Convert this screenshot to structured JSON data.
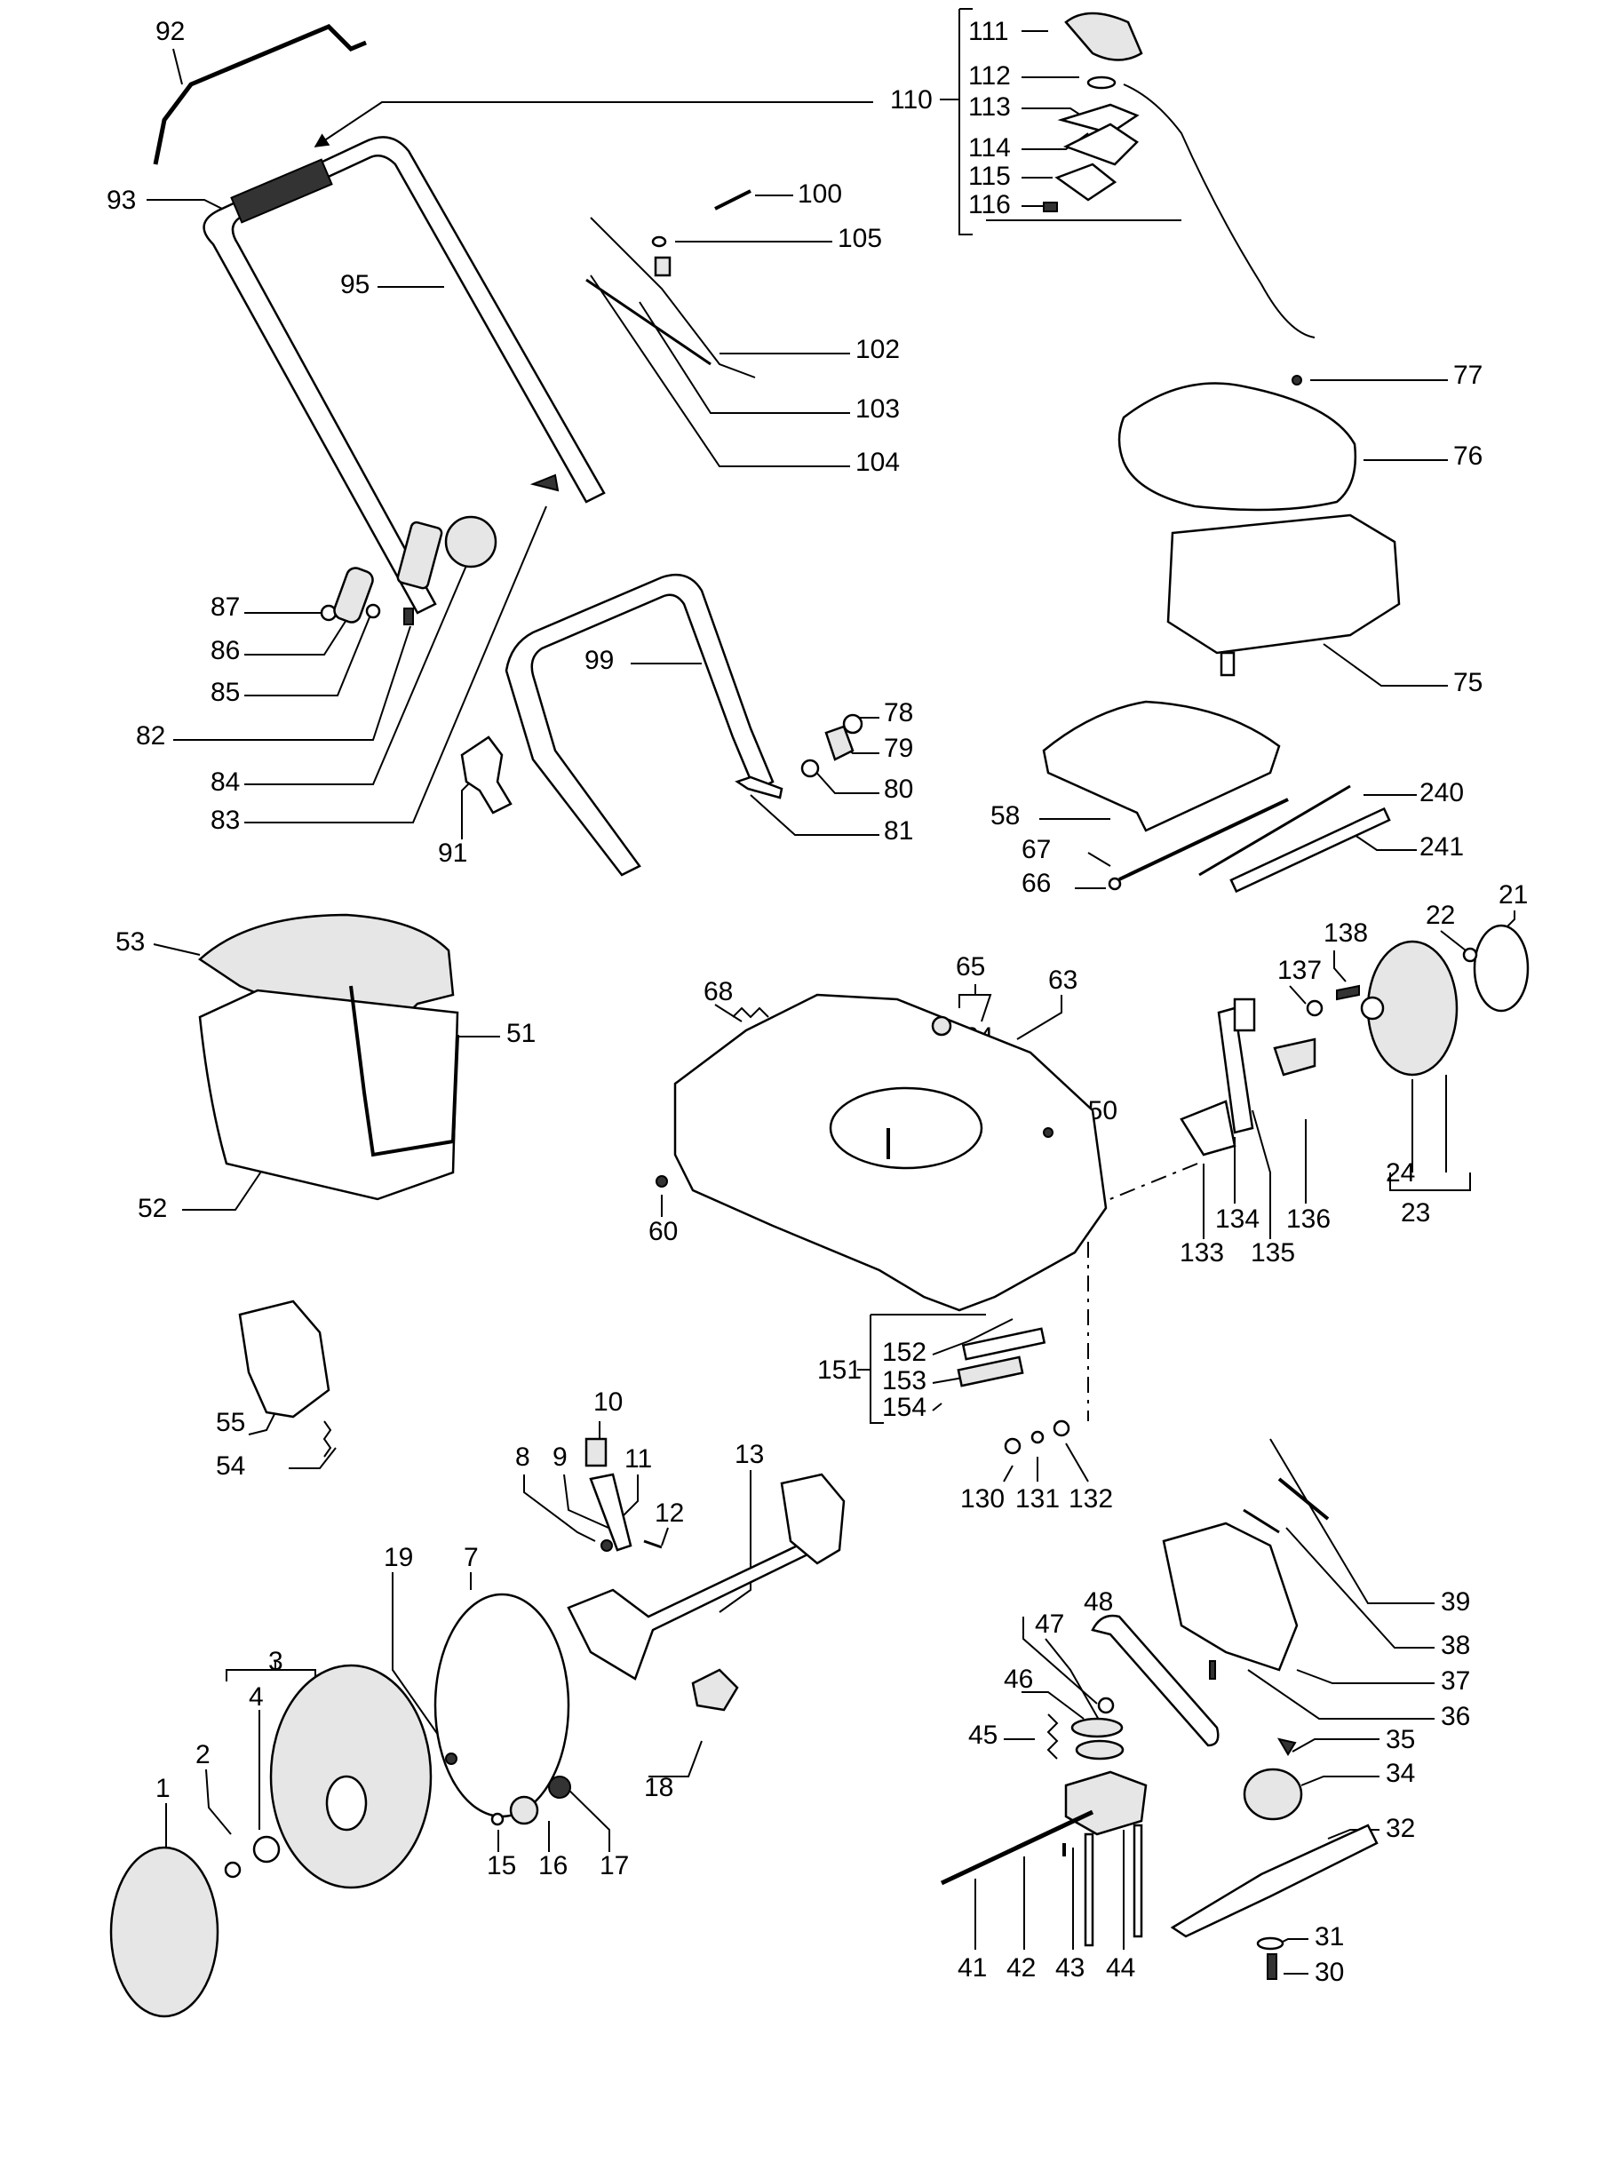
{
  "labels": [
    "1",
    "2",
    "3",
    "4",
    "7",
    "8",
    "9",
    "10",
    "11",
    "12",
    "13",
    "15",
    "16",
    "17",
    "18",
    "19",
    "21",
    "22",
    "23",
    "24",
    "30",
    "31",
    "32",
    "34",
    "35",
    "36",
    "37",
    "38",
    "39",
    "41",
    "42",
    "43",
    "44",
    "45",
    "46",
    "47",
    "48",
    "51",
    "52",
    "53",
    "54",
    "55",
    "58",
    "60",
    "63",
    "64",
    "65",
    "66",
    "67",
    "68",
    "75",
    "76",
    "77",
    "78",
    "79",
    "80",
    "81",
    "82",
    "83",
    "84",
    "85",
    "86",
    "87",
    "91",
    "92",
    "93",
    "95",
    "99",
    "100",
    "102",
    "103",
    "104",
    "105",
    "110",
    "111",
    "112",
    "113",
    "114",
    "115",
    "116",
    "130",
    "131",
    "132",
    "133",
    "134",
    "135",
    "136",
    "137",
    "138",
    "150",
    "151",
    "152",
    "153",
    "154",
    "240",
    "241"
  ]
}
